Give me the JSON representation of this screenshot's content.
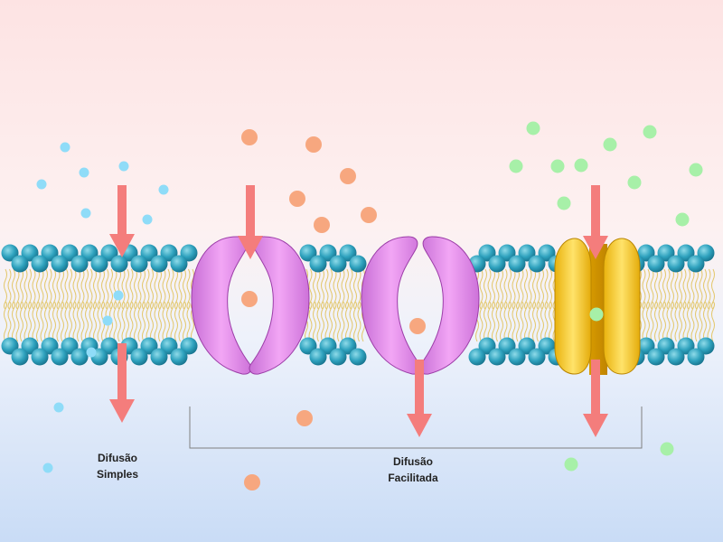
{
  "labels": {
    "simple": {
      "line1": "Difusão",
      "line2": "Simples"
    },
    "facilitated": {
      "line1": "Difusão",
      "line2": "Facilitada"
    }
  },
  "colors": {
    "background_top": "#fde3e3",
    "background_bottom": "#c9dcf6",
    "lipid_head": "#2fa2be",
    "lipid_tail": "#e3c76a",
    "arrow": "#f47d7c",
    "channel_protein": "#e28ae8",
    "carrier_protein": "#f2c21f",
    "molecule_cyan": "#8fdcf8",
    "molecule_orange": "#f7a77f",
    "molecule_green": "#a7f0a8",
    "bracket": "#808080"
  },
  "icons": [
    "phospholipid-bilayer",
    "channel-protein",
    "carrier-protein",
    "molecule",
    "diffusion-arrow"
  ]
}
